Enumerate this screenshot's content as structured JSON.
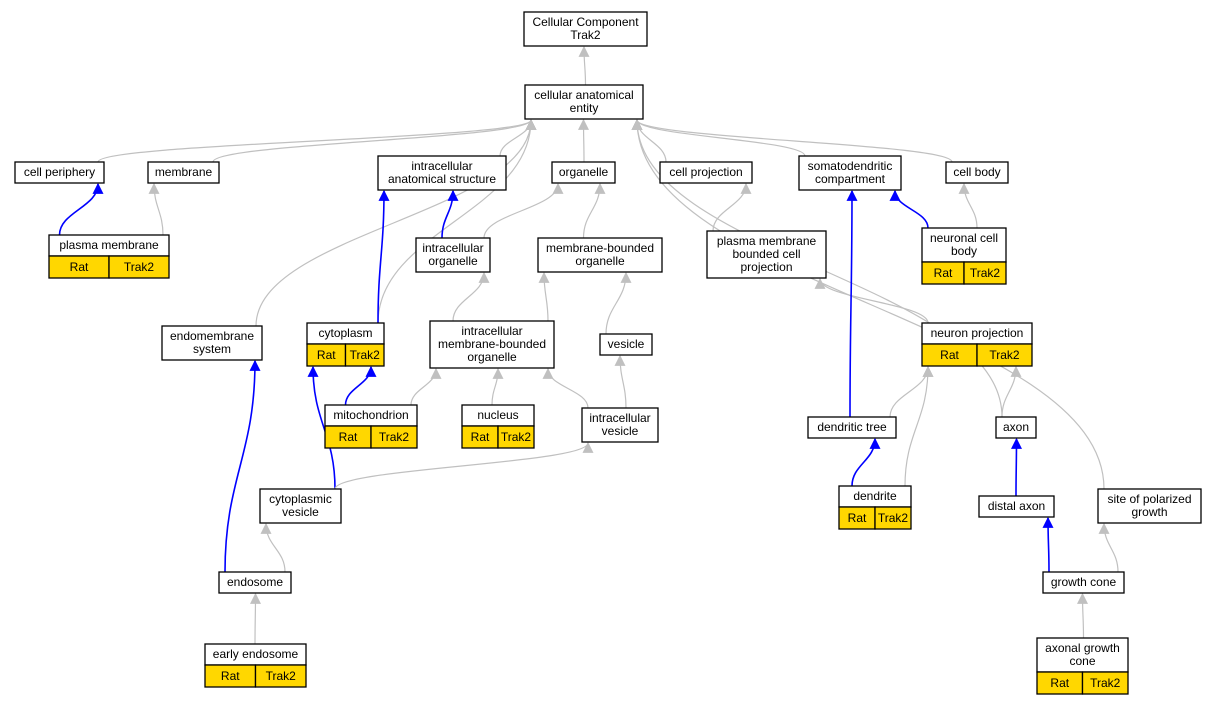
{
  "colors": {
    "annotation_fill": "#ffd700",
    "edge_is_a": "#c0c0c0",
    "edge_part_of": "#0000ff",
    "node_border": "#000000"
  },
  "nodes": {
    "root": {
      "lines": [
        "Cellular Component",
        "Trak2"
      ]
    },
    "cae": {
      "lines": [
        "cellular anatomical",
        "entity"
      ]
    },
    "cellper": {
      "lines": [
        "cell periphery"
      ]
    },
    "membrane": {
      "lines": [
        "membrane"
      ]
    },
    "ias": {
      "lines": [
        "intracellular",
        "anatomical structure"
      ]
    },
    "organelle": {
      "lines": [
        "organelle"
      ]
    },
    "cellproj": {
      "lines": [
        "cell projection"
      ]
    },
    "somato": {
      "lines": [
        "somatodendritic",
        "compartment"
      ]
    },
    "cellbody": {
      "lines": [
        "cell body"
      ]
    },
    "plasmamem": {
      "lines": [
        "plasma membrane"
      ],
      "ann": [
        "Rat",
        "Trak2"
      ]
    },
    "intraorg": {
      "lines": [
        "intracellular",
        "organelle"
      ]
    },
    "mbo": {
      "lines": [
        "membrane-bounded",
        "organelle"
      ]
    },
    "pmbcp": {
      "lines": [
        "plasma membrane",
        "bounded cell",
        "projection"
      ]
    },
    "ncb": {
      "lines": [
        "neuronal cell",
        "body"
      ],
      "ann": [
        "Rat",
        "Trak2"
      ]
    },
    "endosys": {
      "lines": [
        "endomembrane",
        "system"
      ]
    },
    "cytoplasm": {
      "lines": [
        "cytoplasm"
      ],
      "ann": [
        "Rat",
        "Trak2"
      ]
    },
    "imbo": {
      "lines": [
        "intracellular",
        "membrane-bounded",
        "organelle"
      ]
    },
    "vesicle": {
      "lines": [
        "vesicle"
      ]
    },
    "neuronproj": {
      "lines": [
        "neuron projection"
      ],
      "ann": [
        "Rat",
        "Trak2"
      ]
    },
    "mito": {
      "lines": [
        "mitochondrion"
      ],
      "ann": [
        "Rat",
        "Trak2"
      ]
    },
    "nucleus": {
      "lines": [
        "nucleus"
      ],
      "ann": [
        "Rat",
        "Trak2"
      ]
    },
    "iv": {
      "lines": [
        "intracellular",
        "vesicle"
      ]
    },
    "dtree": {
      "lines": [
        "dendritic tree"
      ]
    },
    "axon": {
      "lines": [
        "axon"
      ]
    },
    "cytovesicle": {
      "lines": [
        "cytoplasmic",
        "vesicle"
      ]
    },
    "dendrite": {
      "lines": [
        "dendrite"
      ],
      "ann": [
        "Rat",
        "Trak2"
      ]
    },
    "distalaxon": {
      "lines": [
        "distal axon"
      ]
    },
    "spg": {
      "lines": [
        "site of polarized",
        "growth"
      ]
    },
    "endosome": {
      "lines": [
        "endosome"
      ]
    },
    "growthcone": {
      "lines": [
        "growth cone"
      ]
    },
    "earlyendo": {
      "lines": [
        "early endosome"
      ],
      "ann": [
        "Rat",
        "Trak2"
      ]
    },
    "agc": {
      "lines": [
        "axonal growth",
        "cone"
      ],
      "ann": [
        "Rat",
        "Trak2"
      ]
    }
  },
  "edges": [
    {
      "from": "cae",
      "to": "root",
      "type": "is_a"
    },
    {
      "from": "cellper",
      "to": "cae",
      "type": "is_a"
    },
    {
      "from": "membrane",
      "to": "cae",
      "type": "is_a"
    },
    {
      "from": "ias",
      "to": "cae",
      "type": "is_a"
    },
    {
      "from": "organelle",
      "to": "cae",
      "type": "is_a"
    },
    {
      "from": "cellproj",
      "to": "cae",
      "type": "is_a"
    },
    {
      "from": "somato",
      "to": "cae",
      "type": "is_a"
    },
    {
      "from": "cellbody",
      "to": "cae",
      "type": "is_a"
    },
    {
      "from": "endosys",
      "to": "cae",
      "type": "is_a"
    },
    {
      "from": "cytoplasm",
      "to": "cae",
      "type": "is_a"
    },
    {
      "from": "axon",
      "to": "cae",
      "type": "is_a"
    },
    {
      "from": "spg",
      "to": "cae",
      "type": "is_a"
    },
    {
      "from": "plasmamem",
      "to": "cellper",
      "type": "part_of"
    },
    {
      "from": "plasmamem",
      "to": "membrane",
      "type": "is_a"
    },
    {
      "from": "intraorg",
      "to": "ias",
      "type": "part_of"
    },
    {
      "from": "intraorg",
      "to": "organelle",
      "type": "is_a"
    },
    {
      "from": "mbo",
      "to": "organelle",
      "type": "is_a"
    },
    {
      "from": "pmbcp",
      "to": "cellproj",
      "type": "is_a"
    },
    {
      "from": "ncb",
      "to": "somato",
      "type": "part_of"
    },
    {
      "from": "ncb",
      "to": "cellbody",
      "type": "is_a"
    },
    {
      "from": "cytoplasm",
      "to": "ias",
      "type": "part_of"
    },
    {
      "from": "imbo",
      "to": "intraorg",
      "type": "is_a"
    },
    {
      "from": "imbo",
      "to": "mbo",
      "type": "is_a"
    },
    {
      "from": "vesicle",
      "to": "mbo",
      "type": "is_a"
    },
    {
      "from": "neuronproj",
      "to": "pmbcp",
      "type": "is_a"
    },
    {
      "from": "mito",
      "to": "cytoplasm",
      "type": "part_of"
    },
    {
      "from": "mito",
      "to": "imbo",
      "type": "is_a"
    },
    {
      "from": "nucleus",
      "to": "imbo",
      "type": "is_a"
    },
    {
      "from": "iv",
      "to": "imbo",
      "type": "is_a"
    },
    {
      "from": "iv",
      "to": "vesicle",
      "type": "is_a"
    },
    {
      "from": "dtree",
      "to": "somato",
      "type": "part_of"
    },
    {
      "from": "dtree",
      "to": "neuronproj",
      "type": "is_a"
    },
    {
      "from": "axon",
      "to": "neuronproj",
      "type": "is_a"
    },
    {
      "from": "cytovesicle",
      "to": "cytoplasm",
      "type": "part_of"
    },
    {
      "from": "cytovesicle",
      "to": "iv",
      "type": "is_a"
    },
    {
      "from": "dendrite",
      "to": "dtree",
      "type": "part_of"
    },
    {
      "from": "dendrite",
      "to": "neuronproj",
      "type": "is_a"
    },
    {
      "from": "distalaxon",
      "to": "axon",
      "type": "part_of"
    },
    {
      "from": "endosome",
      "to": "endosys",
      "type": "part_of"
    },
    {
      "from": "endosome",
      "to": "cytovesicle",
      "type": "is_a"
    },
    {
      "from": "growthcone",
      "to": "distalaxon",
      "type": "part_of"
    },
    {
      "from": "growthcone",
      "to": "spg",
      "type": "is_a"
    },
    {
      "from": "earlyendo",
      "to": "endosome",
      "type": "is_a"
    },
    {
      "from": "agc",
      "to": "growthcone",
      "type": "is_a"
    }
  ]
}
